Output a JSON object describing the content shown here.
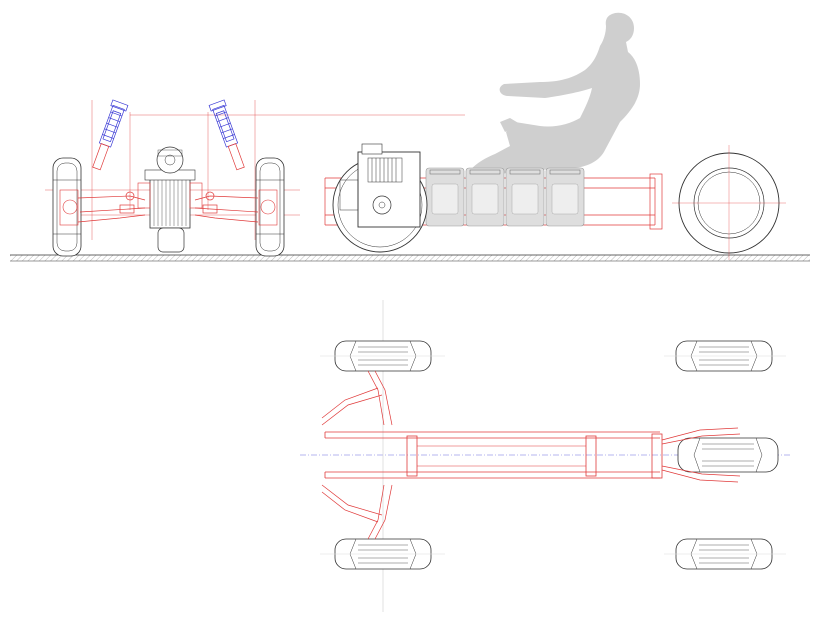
{
  "drawing": {
    "views": [
      "front-elevation",
      "side-elevation",
      "top-plan"
    ],
    "battery_module_count": 4,
    "colors": {
      "frame_red": "#e03a3a",
      "outline_black": "#333333",
      "suspension_blue": "#3b3bd6",
      "driver_gray": "#cfcfcf",
      "module_gray": "#dedede",
      "centerline": "#6a6ae0",
      "ground_gray": "#888888"
    }
  }
}
